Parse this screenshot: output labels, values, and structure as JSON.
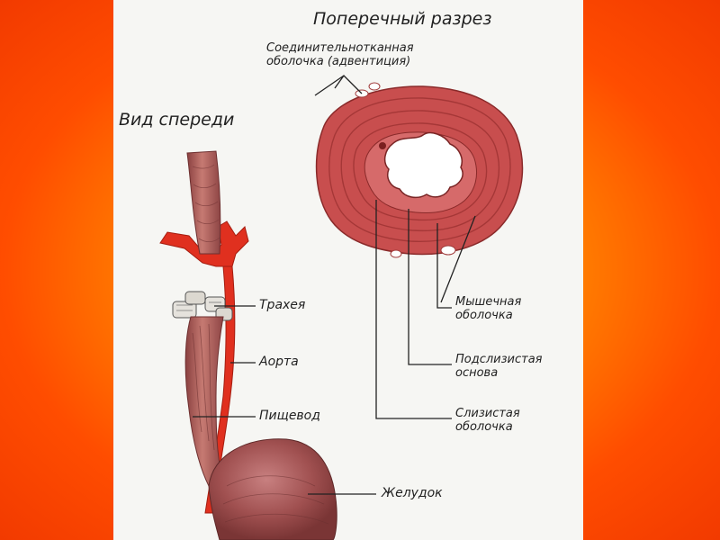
{
  "labels": {
    "cross_section_title": "Поперечный разрез",
    "front_view_title": "Вид спереди",
    "adventitia_line1": "Соединительнотканная",
    "adventitia_line2": "оболочка (адвентиция)",
    "trachea": "Трахея",
    "aorta": "Аорта",
    "esophagus": "Пищевод",
    "stomach": "Желудок",
    "muscular_line1": "Мышечная",
    "muscular_line2": "оболочка",
    "submucosa_line1": "Подслизистая",
    "submucosa_line2": "основа",
    "mucosa_line1": "Слизистая",
    "mucosa_line2": "оболочка"
  },
  "colors": {
    "background_outer": "#f23a00",
    "background_center": "#ffb300",
    "panel": "#f6f6f3",
    "muscle": "#b86060",
    "artery": "#e0301f",
    "section_tissue": "#c84e4e"
  }
}
